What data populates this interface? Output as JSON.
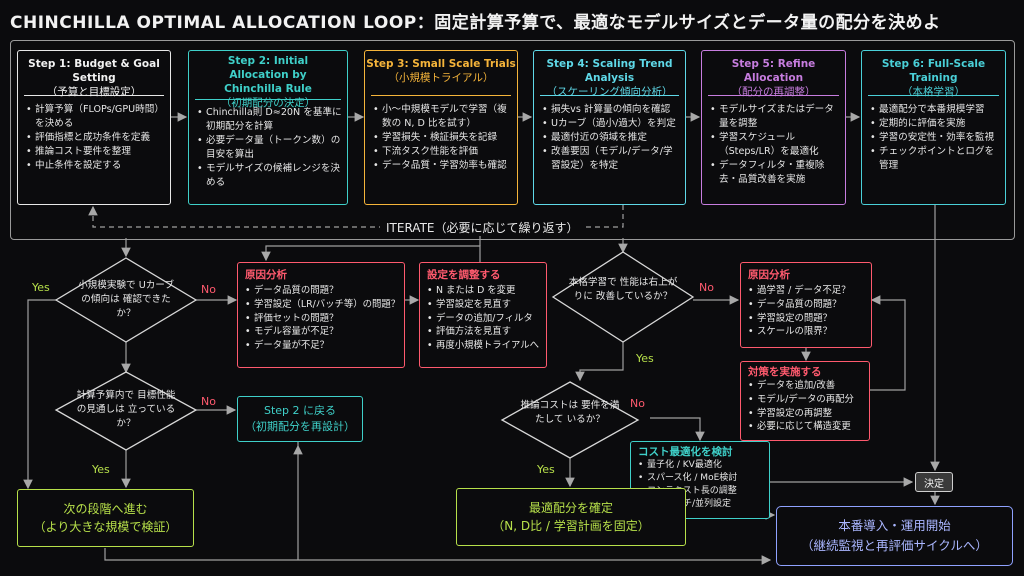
{
  "title": "CHINCHILLA OPTIMAL ALLOCATION LOOP：固定計算予算で、最適なモデルサイズとデータ量の配分を決めよ",
  "colors": {
    "step1": "#e8e8e8",
    "step2": "#3fd0c9",
    "step3": "#f5b43a",
    "step4": "#5fd9e8",
    "step5": "#c77ddf",
    "step6": "#4ad0d8",
    "red": "#ff5a6e",
    "green": "#b7e04a",
    "teal": "#3fd0c9",
    "blue": "#8fa2ff",
    "grey": "#a0a0a0"
  },
  "steps": [
    {
      "title": "Step 1: Budget & Goal Setting",
      "subtitle": "（予算と目標設定）",
      "items": [
        "計算予算（FLOPs/GPU時間）を決める",
        "評価指標と成功条件を定義",
        "推論コスト要件を整理",
        "中止条件を設定する"
      ]
    },
    {
      "title": "Step 2: Initial Allocation by Chinchilla Rule",
      "subtitle": "（初期配分の決定）",
      "items": [
        "Chinchilla則 D≈20N を基準に初期配分を計算",
        "必要データ量（トークン数）の目安を算出",
        "モデルサイズの候補レンジを決める"
      ]
    },
    {
      "title": "Step 3: Small Scale Trials",
      "subtitle": "（小規模トライアル）",
      "items": [
        "小〜中規模モデルで学習（複数の N, D 比を試す）",
        "学習損失・検証損失を記録",
        "下流タスク性能を評価",
        "データ品質・学習効率も確認"
      ]
    },
    {
      "title": "Step 4: Scaling Trend Analysis",
      "subtitle": "（スケーリング傾向分析）",
      "items": [
        "損失vs 計算量の傾向を確認",
        "Uカーブ（過小/過大）を判定",
        "最適付近の領域を推定",
        "改善要因（モデル/データ/学習設定）を特定"
      ]
    },
    {
      "title": "Step 5: Refine Allocation",
      "subtitle": "（配分の再調整）",
      "items": [
        "モデルサイズまたはデータ量を調整",
        "学習スケジュール（Steps/LR）を最適化",
        "データフィルタ・重複除去・品質改善を実施"
      ]
    },
    {
      "title": "Step 6: Full-Scale Training",
      "subtitle": "（本格学習）",
      "items": [
        "最適配分で本番規模学習",
        "定期的に評価を実施",
        "学習の安定性・効率を監視",
        "チェックポイントとログを管理"
      ]
    }
  ],
  "iterate_label": "ITERATE（必要に応じて繰り返す）",
  "decisions": {
    "ucurve": "小規模実験で Uカーブの傾向は 確認できたか？",
    "budget": "計算予算内で 目標性能の見通しは 立っているか？",
    "fullscale": "本格学習で 性能は右上がりに 改善しているか？",
    "inference": "推論コストは 要件を満たして いるか？"
  },
  "labels": {
    "yes": "Yes",
    "no": "No"
  },
  "cause1": {
    "title": "原因分析",
    "items": [
      "データ品質の問題？",
      "学習設定（LR/バッチ等）の問題？",
      "評価セットの問題？",
      "モデル容量が不足？",
      "データ量が不足？"
    ]
  },
  "adjust": {
    "title": "設定を調整する",
    "items": [
      "N または D を変更",
      "学習設定を見直す",
      "データの追加/フィルタ",
      "評価方法を見直す",
      "再度小規模トライアルへ"
    ]
  },
  "cause2": {
    "title": "原因分析",
    "items": [
      "過学習 / データ不足？",
      "データ品質の問題？",
      "学習設定の問題？",
      "スケールの限界？"
    ]
  },
  "action": {
    "title": "対策を実施する",
    "items": [
      "データを追加/改善",
      "モデル/データの再配分",
      "学習設定の再調整",
      "必要に応じて構造変更"
    ]
  },
  "cost": {
    "title": "コスト最適化を検討",
    "items": [
      "量子化 / KV最適化",
      "スパース化 / MoE検討",
      "コンテキスト長の調整",
      "推論バッチ/並列設定"
    ]
  },
  "back_step2": {
    "line1": "Step 2 に戻る",
    "line2": "（初期配分を再設計）"
  },
  "next_stage": {
    "line1": "次の段階へ進む",
    "line2": "（より大きな規模で検証）"
  },
  "confirm": {
    "line1": "最適配分を確定",
    "line2": "（N, D比 / 学習計画を固定）"
  },
  "decide": "決定",
  "deploy": {
    "line1": "本番導入・運用開始",
    "line2": "（継続監視と再評価サイクルへ）"
  }
}
